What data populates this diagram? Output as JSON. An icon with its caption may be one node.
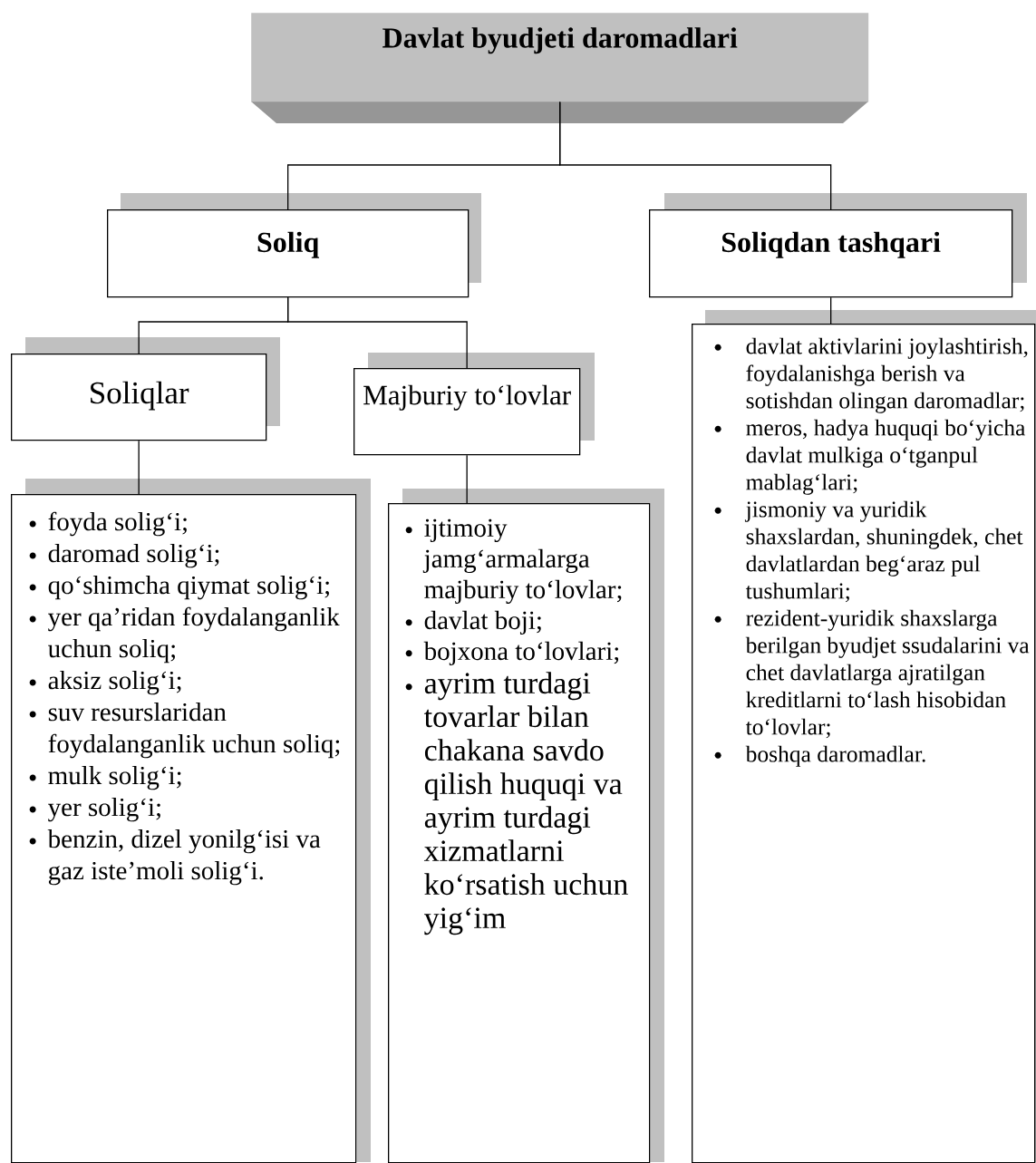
{
  "diagram": {
    "nodes": [
      {
        "text": [
          "Davlat byudjeti daromadlari"
        ]
      },
      {
        "text": [
          "Soliq"
        ]
      },
      {
        "text": [
          "Soliqdan tashqari"
        ]
      },
      {
        "text": [
          "Soliqlar"
        ]
      },
      {
        "text": [
          "Majburiy to‘lovlar"
        ]
      },
      {
        "text": [
          "foyda solig‘i;",
          "daromad solig‘i;",
          "qo‘shimcha qiymat solig‘i;",
          "yer qa’ridan foydalanganlik uchun soliq;",
          "aksiz solig‘i;",
          "suv resurslaridan foydalanganlik uchun soliq;",
          "mulk solig‘i;",
          "yer solig‘i;",
          "benzin, dizel yonilg‘isi va gaz iste’moli solig‘i."
        ]
      },
      {
        "text": [
          "ijtimoiy jamg‘armalarga majburiy to‘lovlar;",
          "davlat boji;",
          "bojxona to‘lovlari;",
          "ayrim turdagi tovarlar bilan chakana savdo qilish huquqi va ayrim turdagi xizmatlarni ko‘rsatish uchun yig‘im"
        ]
      },
      {
        "text": [
          "davlat aktivlarini joylashtirish, foydalanishga berish va sotishdan olingan daromadlar;",
          "meros, hadya huquqi bo‘yicha davlat mulkiga o‘tganpul mablag‘lari;",
          "jismoniy va yuridik shaxslardan, shuningdek, chet davlatlardan beg‘araz pul tushumlari;",
          "rezident-yuridik shaxslarga berilgan byudjet ssudalarini va chet davlatlarga ajratilgan kreditlarni to‘lash hisobidan to‘lovlar;",
          "boshqa daromadlar."
        ]
      }
    ],
    "edges": [
      {
        "from": 0,
        "to": 1,
        "arrow": "none"
      },
      {
        "from": 0,
        "to": 2,
        "arrow": "none"
      },
      {
        "from": 1,
        "to": 3,
        "arrow": "none"
      },
      {
        "from": 1,
        "to": 4,
        "arrow": "none"
      },
      {
        "from": 3,
        "to": 5,
        "arrow": "none"
      },
      {
        "from": 4,
        "to": 6,
        "arrow": "none"
      },
      {
        "from": 2,
        "to": 7,
        "arrow": "none"
      }
    ]
  }
}
